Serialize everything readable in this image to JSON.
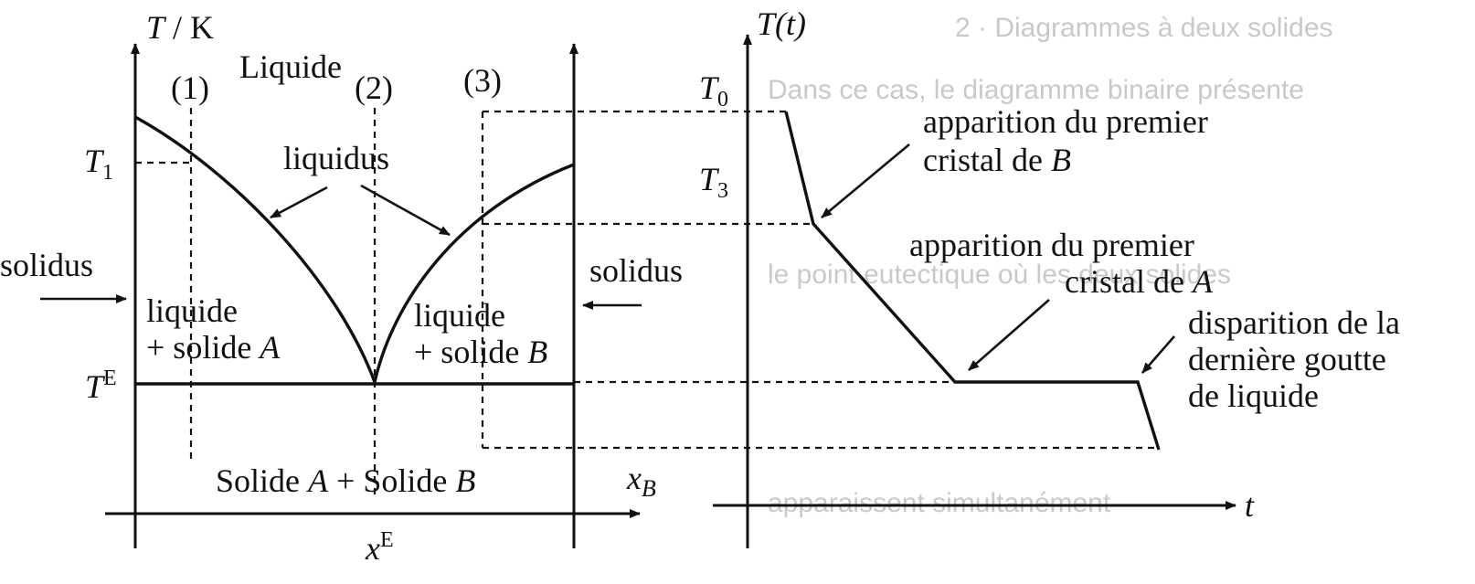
{
  "left_diagram": {
    "y_axis_label_T": "T",
    "y_axis_label_unit": " / K",
    "x_axis_label_x": "x",
    "x_axis_label_sub": "B",
    "label_T1": "T",
    "label_T1_sub": "1",
    "label_TE": "T",
    "label_TE_sup": "E",
    "label_xE": "x",
    "label_xE_sup": "E",
    "region_liquid": "Liquide",
    "path_1": "(1)",
    "path_2": "(2)",
    "path_3": "(3)",
    "liquidus_label": "liquidus",
    "solidus_left": "solidus",
    "solidus_right": "solidus",
    "region_left_line1": "liquide",
    "region_left_line2": "+ solide ",
    "region_left_species": "A",
    "region_right_line1": "liquide",
    "region_right_line2": "+ solide ",
    "region_right_species": "B",
    "region_bottom_pre": "Solide ",
    "region_bottom_A": "A",
    "region_bottom_mid": " + Solide ",
    "region_bottom_B": "B"
  },
  "right_diagram": {
    "y_axis_label": "T(t)",
    "x_axis_label": "t",
    "label_T0": "T",
    "label_T0_sub": "0",
    "label_T3": "T",
    "label_T3_sub": "3",
    "ann_first_B_line1": "apparition du premier",
    "ann_first_B_line2": "cristal de ",
    "ann_first_B_species": "B",
    "ann_first_A_line1": "apparition du premier",
    "ann_first_A_line2": "cristal de ",
    "ann_first_A_species": "A",
    "ann_last_drop_line1": "disparition de la",
    "ann_last_drop_line2": "dernière goutte",
    "ann_last_drop_line3": "de liquide"
  },
  "background_text": {
    "heading": "2 · Diagrammes à deux solides",
    "line_1": "Dans ce cas, le diagramme binaire présente",
    "line_2": "le point eutectique où les deux solides",
    "line_3": "apparaissent simultanément"
  },
  "colors": {
    "ink": "#111111",
    "background": "#ffffff",
    "ghost_text": "#c9c9c9"
  }
}
